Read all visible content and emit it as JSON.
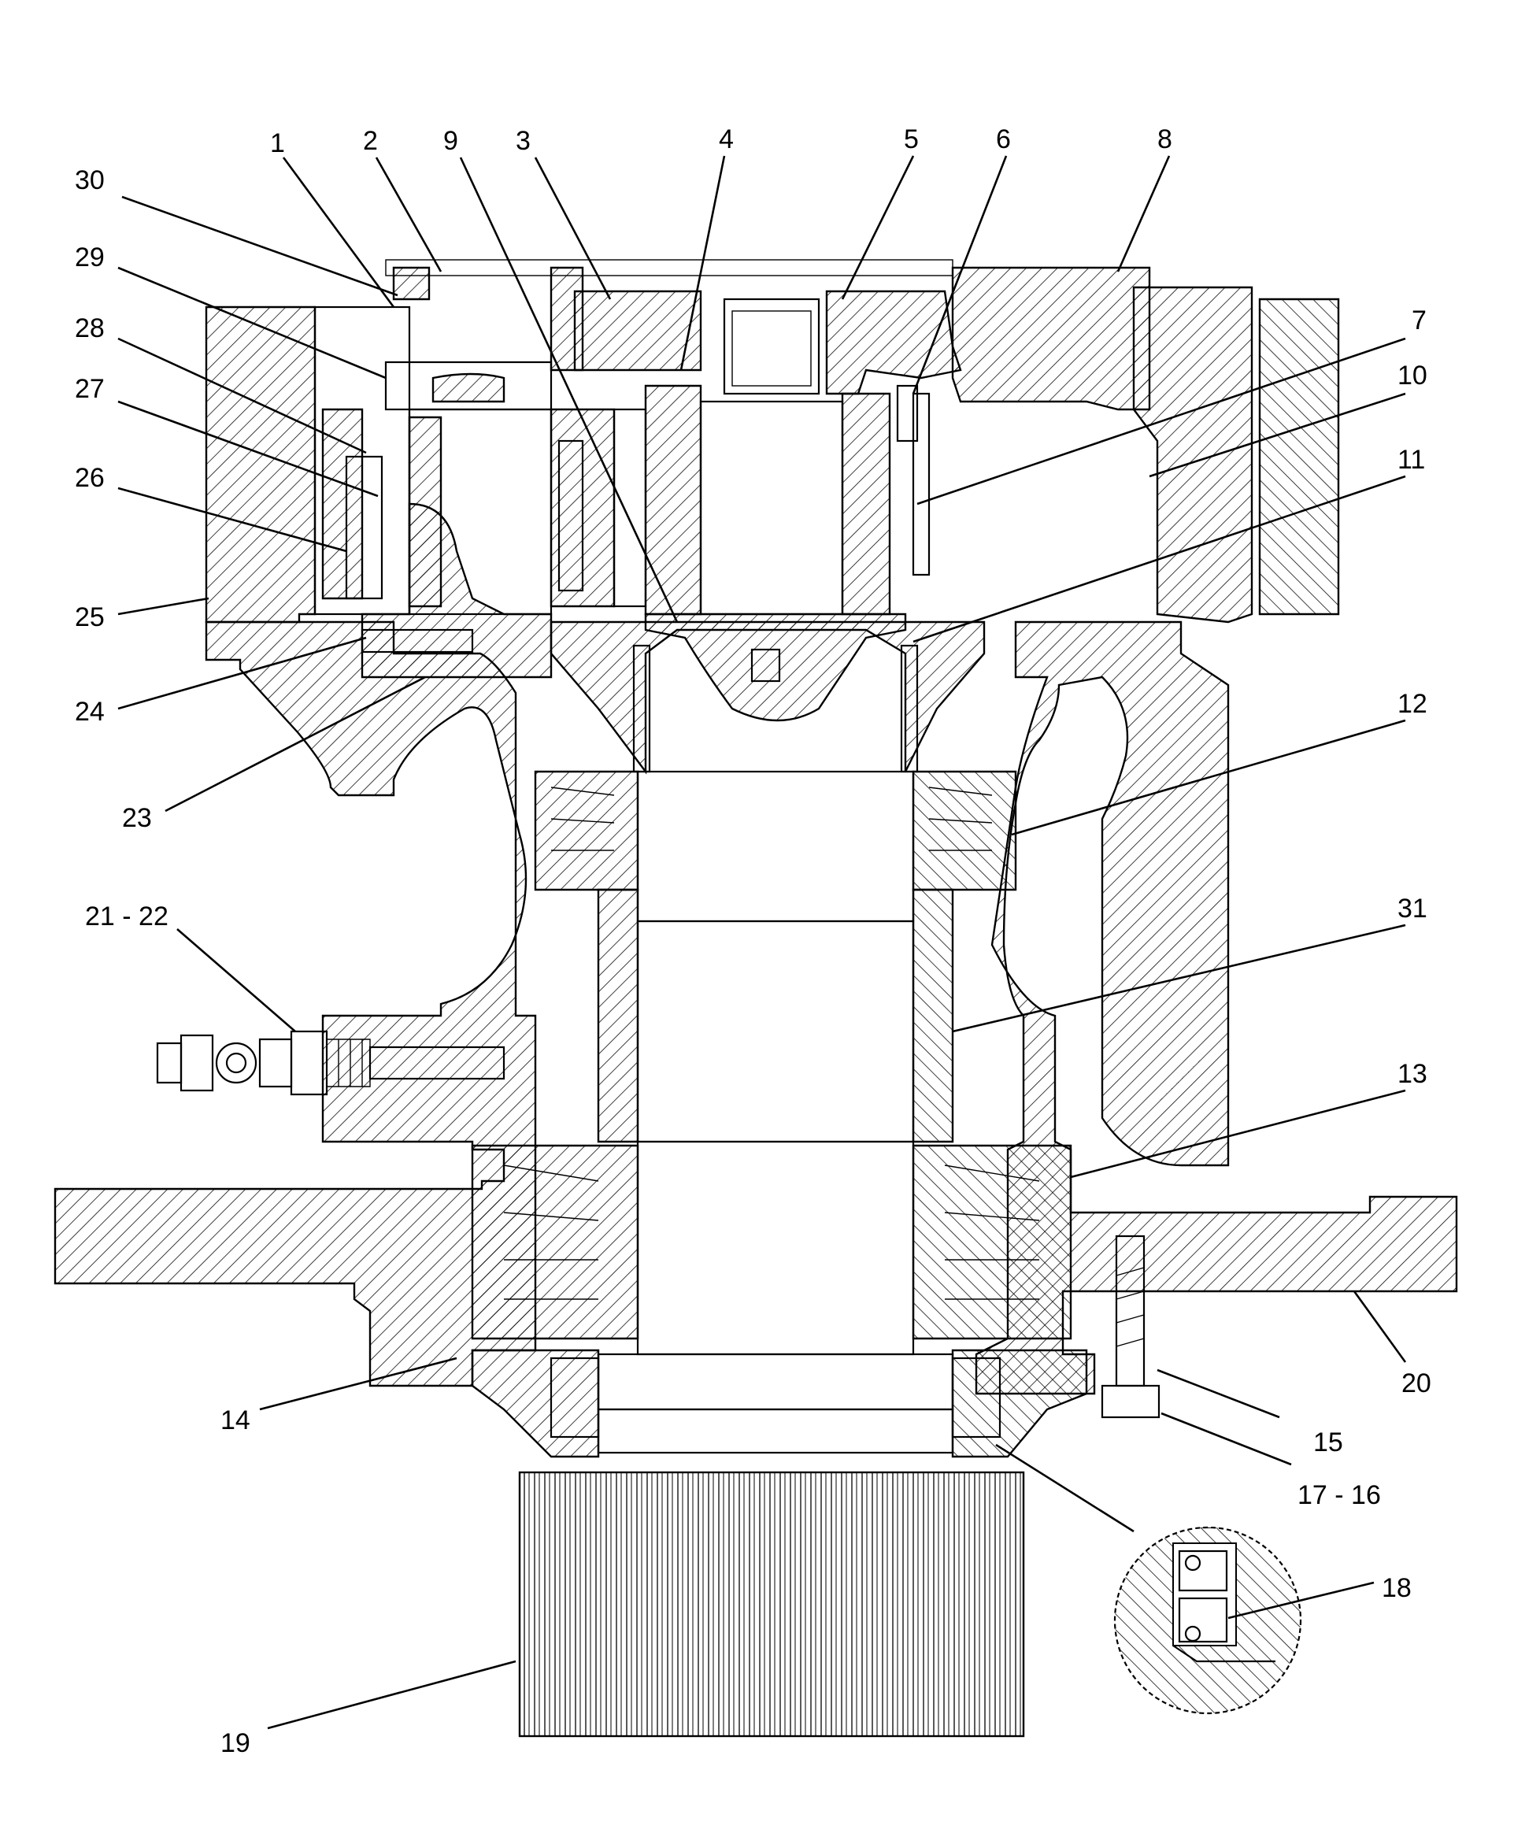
{
  "diagram": {
    "callouts": [
      {
        "id": "c1",
        "label": "1"
      },
      {
        "id": "c2",
        "label": "2"
      },
      {
        "id": "c9",
        "label": "9"
      },
      {
        "id": "c3",
        "label": "3"
      },
      {
        "id": "c4",
        "label": "4"
      },
      {
        "id": "c5",
        "label": "5"
      },
      {
        "id": "c6",
        "label": "6"
      },
      {
        "id": "c8",
        "label": "8"
      },
      {
        "id": "c30",
        "label": "30"
      },
      {
        "id": "c29",
        "label": "29"
      },
      {
        "id": "c28",
        "label": "28"
      },
      {
        "id": "c27",
        "label": "27"
      },
      {
        "id": "c26",
        "label": "26"
      },
      {
        "id": "c25",
        "label": "25"
      },
      {
        "id": "c24",
        "label": "24"
      },
      {
        "id": "c23",
        "label": "23"
      },
      {
        "id": "c7",
        "label": "7"
      },
      {
        "id": "c10",
        "label": "10"
      },
      {
        "id": "c11",
        "label": "11"
      },
      {
        "id": "c12",
        "label": "12"
      },
      {
        "id": "c31",
        "label": "31"
      },
      {
        "id": "c13",
        "label": "13"
      },
      {
        "id": "c2122",
        "label": "21 - 22"
      },
      {
        "id": "c14",
        "label": "14"
      },
      {
        "id": "c15",
        "label": "15"
      },
      {
        "id": "c1716",
        "label": "17 - 16"
      },
      {
        "id": "c20",
        "label": "20"
      },
      {
        "id": "c18",
        "label": "18"
      },
      {
        "id": "c19",
        "label": "19"
      }
    ],
    "colors": {
      "line": "#000000",
      "background": "#ffffff"
    }
  }
}
